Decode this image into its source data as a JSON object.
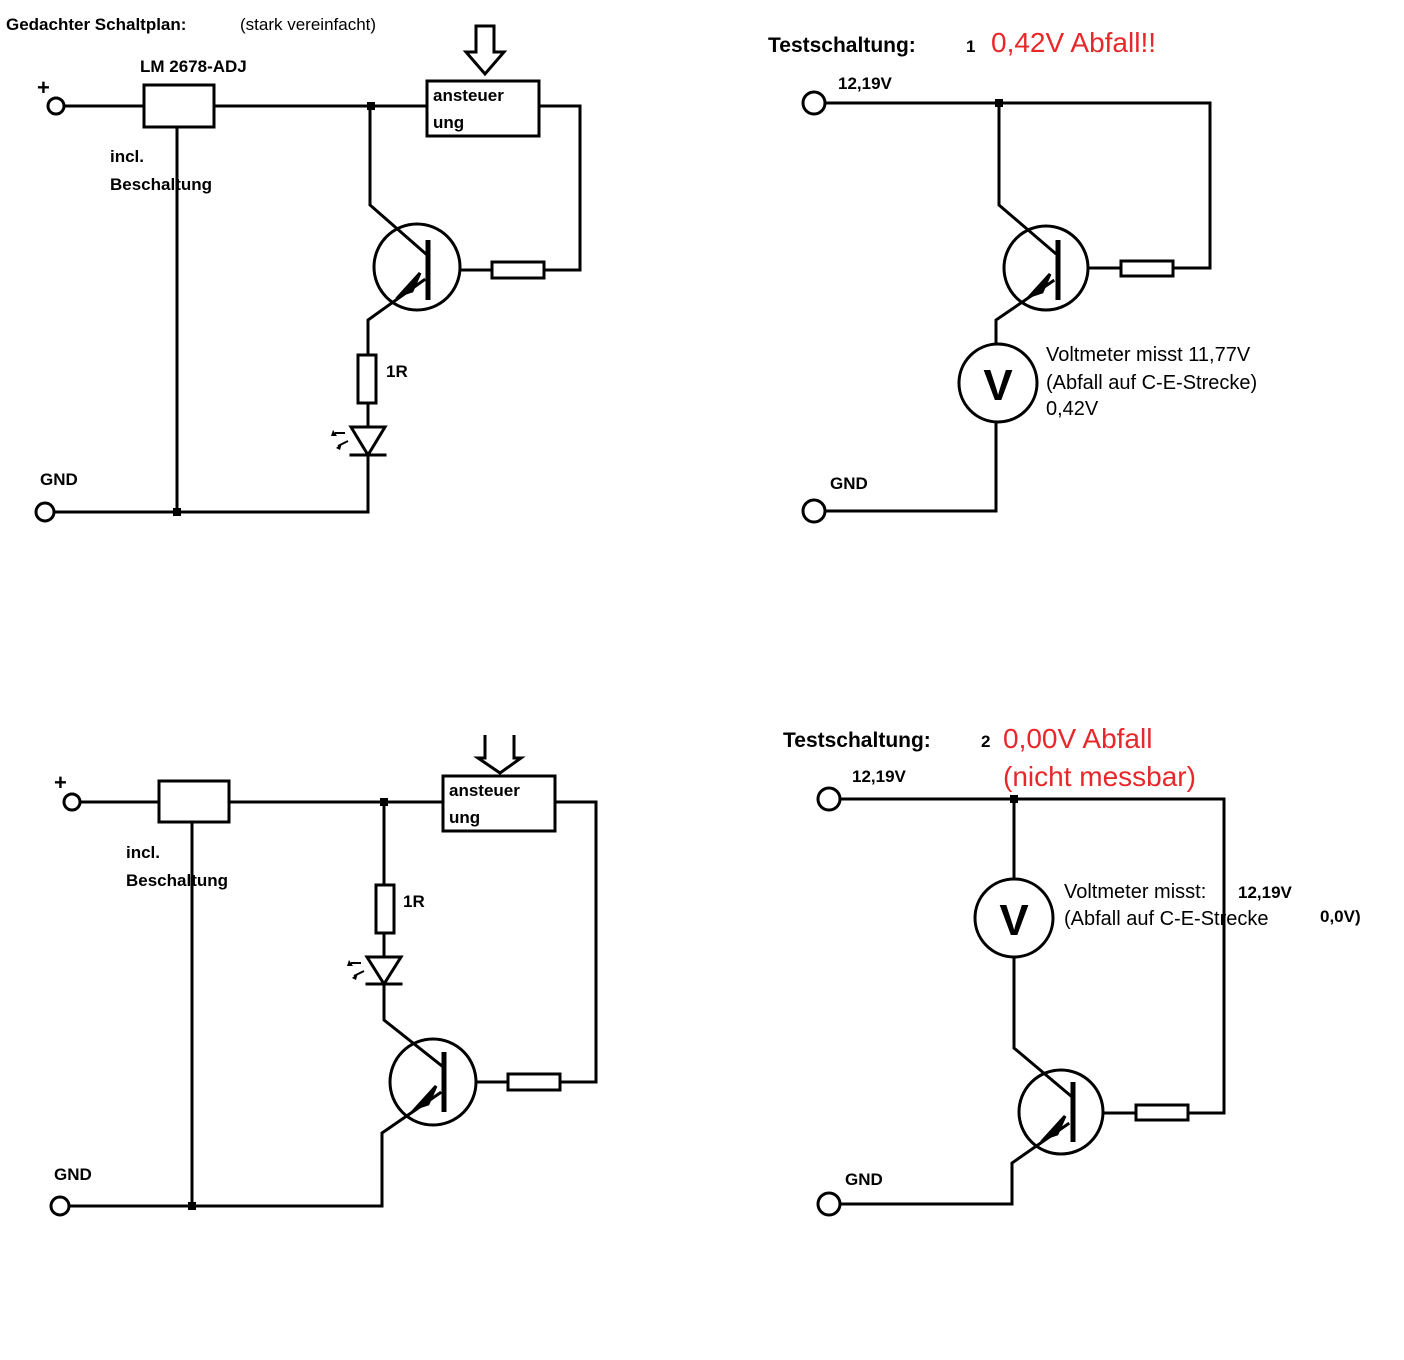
{
  "colors": {
    "ink": "#000000",
    "accent": "#e8272b",
    "background": "#ffffff"
  },
  "top_left": {
    "title": "Gedachter Schaltplan:",
    "subtitle": "(stark vereinfacht)",
    "regulator_label": "LM 2678-ADJ",
    "plus_label": "+",
    "beschaltung_line1": "incl.",
    "beschaltung_line2": "Beschaltung",
    "control_line1": "ansteuer",
    "control_line2": "ung",
    "resistor_label": "1R",
    "gnd_label": "GND"
  },
  "bottom_left": {
    "plus_label": "+",
    "beschaltung_line1": "incl.",
    "beschaltung_line2": "Beschaltung",
    "control_line1": "ansteuer",
    "control_line2": "ung",
    "resistor_label": "1R",
    "gnd_label": "GND"
  },
  "test1": {
    "title": "Testschaltung:",
    "number": "1",
    "result": "0,42V Abfall!!",
    "supply_label": "12,19V",
    "meter_symbol": "V",
    "note_line1": "Voltmeter misst 11,77V",
    "note_line2": "(Abfall auf C-E-Strecke)",
    "note_line3": "0,42V",
    "gnd_label": "GND"
  },
  "test2": {
    "title": "Testschaltung:",
    "number": "2",
    "result_line1": "0,00V Abfall",
    "result_line2": "(nicht messbar)",
    "supply_label": "12,19V",
    "meter_symbol": "V",
    "note_line1": "Voltmeter misst:",
    "note_value1": "12,19V",
    "note_line2": "(Abfall auf C-E-Strecke",
    "note_value2": "0,0V)",
    "gnd_label": "GND"
  }
}
